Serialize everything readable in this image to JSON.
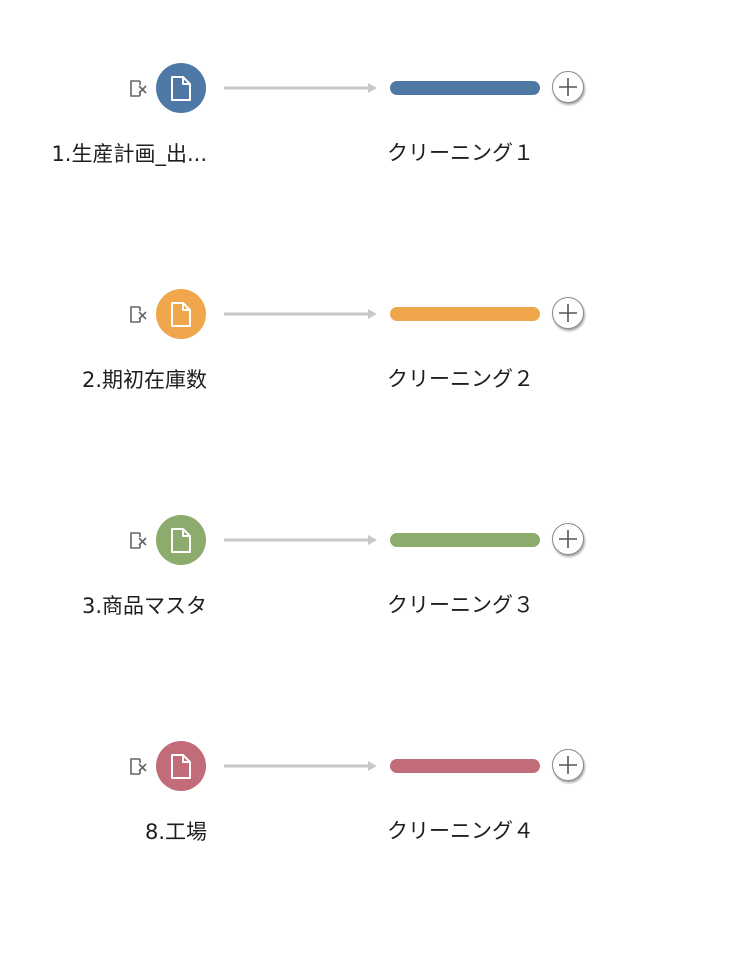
{
  "flows": [
    {
      "input_label": "1.生産計画_出...",
      "step_label": "クリーニング１",
      "color": "#4e79a7",
      "input_icon": "file-icon",
      "exclude_icon": "exclude-icon",
      "add_icon": "plus-icon"
    },
    {
      "input_label": "2.期初在庫数",
      "step_label": "クリーニング２",
      "color": "#f0a64a",
      "input_icon": "file-icon",
      "exclude_icon": "exclude-icon",
      "add_icon": "plus-icon"
    },
    {
      "input_label": "3.商品マスタ",
      "step_label": "クリーニング３",
      "color": "#8cab6c",
      "input_icon": "file-icon",
      "exclude_icon": "exclude-icon",
      "add_icon": "plus-icon"
    },
    {
      "input_label": "8.工場",
      "step_label": "クリーニング４",
      "color": "#c26b79",
      "input_icon": "file-icon",
      "exclude_icon": "exclude-icon",
      "add_icon": "plus-icon"
    }
  ],
  "colors": {
    "connector": "#c8c8c8",
    "text": "#1e1e1e",
    "icon": "#666666"
  }
}
